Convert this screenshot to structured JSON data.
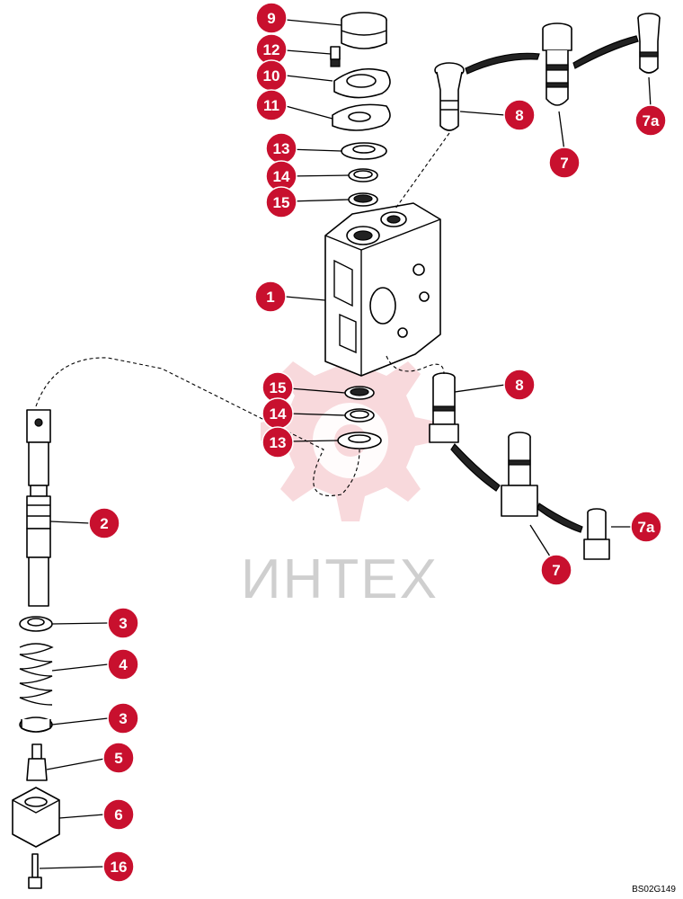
{
  "watermark": {
    "text": "ИНТЕХ",
    "color": "#e8474f"
  },
  "drawing_code": "BS02G149",
  "callout_color": "#c8102e",
  "callouts": [
    {
      "id": "c9",
      "label": "9"
    },
    {
      "id": "c12",
      "label": "12"
    },
    {
      "id": "c10",
      "label": "10"
    },
    {
      "id": "c11",
      "label": "11"
    },
    {
      "id": "c13a",
      "label": "13"
    },
    {
      "id": "c14a",
      "label": "14"
    },
    {
      "id": "c15a",
      "label": "15"
    },
    {
      "id": "c1",
      "label": "1"
    },
    {
      "id": "c15b",
      "label": "15"
    },
    {
      "id": "c14b",
      "label": "14"
    },
    {
      "id": "c13b",
      "label": "13"
    },
    {
      "id": "c8a",
      "label": "8"
    },
    {
      "id": "c7a",
      "label": "7"
    },
    {
      "id": "c7aa",
      "label": "7a"
    },
    {
      "id": "c8b",
      "label": "8"
    },
    {
      "id": "c7b",
      "label": "7"
    },
    {
      "id": "c7ab",
      "label": "7a"
    },
    {
      "id": "c2",
      "label": "2"
    },
    {
      "id": "c3a",
      "label": "3"
    },
    {
      "id": "c4",
      "label": "4"
    },
    {
      "id": "c3b",
      "label": "3"
    },
    {
      "id": "c5",
      "label": "5"
    },
    {
      "id": "c6",
      "label": "6"
    },
    {
      "id": "c16",
      "label": "16"
    }
  ]
}
